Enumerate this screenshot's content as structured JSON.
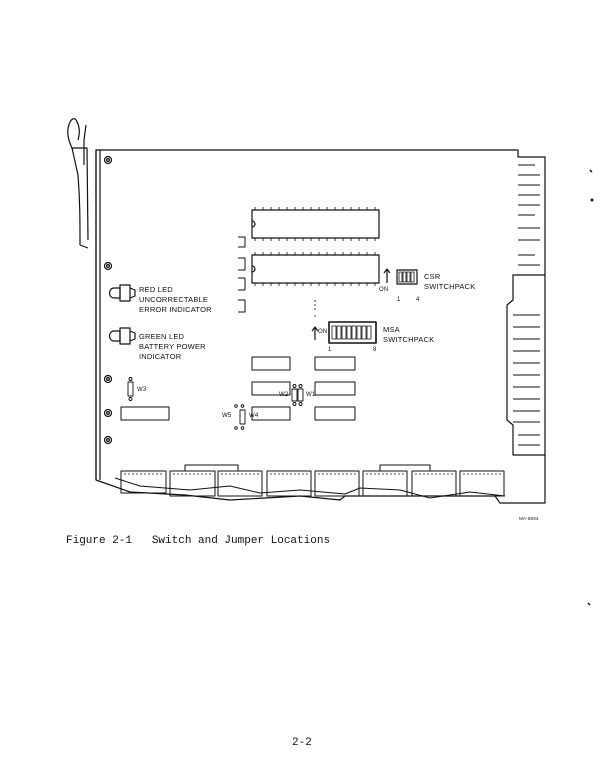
{
  "figure": {
    "labels": {
      "red_led": "RED LED",
      "uncorrectable": "UNCORRECTABLE",
      "error_indicator": "ERROR INDICATOR",
      "green_led": "GREEN LED",
      "battery_power": "BATTERY POWER",
      "indicator": "INDICATOR",
      "csr": "CSR",
      "switchpack": "SWITCHPACK",
      "msa": "MSA",
      "msa_switchpack": "SWITCHPACK",
      "on_csr": "ON",
      "on_msa": "ON",
      "csr_pos_1": "1",
      "csr_pos_4": "4",
      "msa_pos_1": "1",
      "msa_pos_8": "8",
      "w1": "W1",
      "w2": "W2",
      "w3": "W3",
      "w4": "W4",
      "w5": "W5",
      "drawing_id": "MA-8684"
    },
    "caption": "Figure 2-1   Switch and Jumper Locations"
  },
  "page_number": "2-2"
}
